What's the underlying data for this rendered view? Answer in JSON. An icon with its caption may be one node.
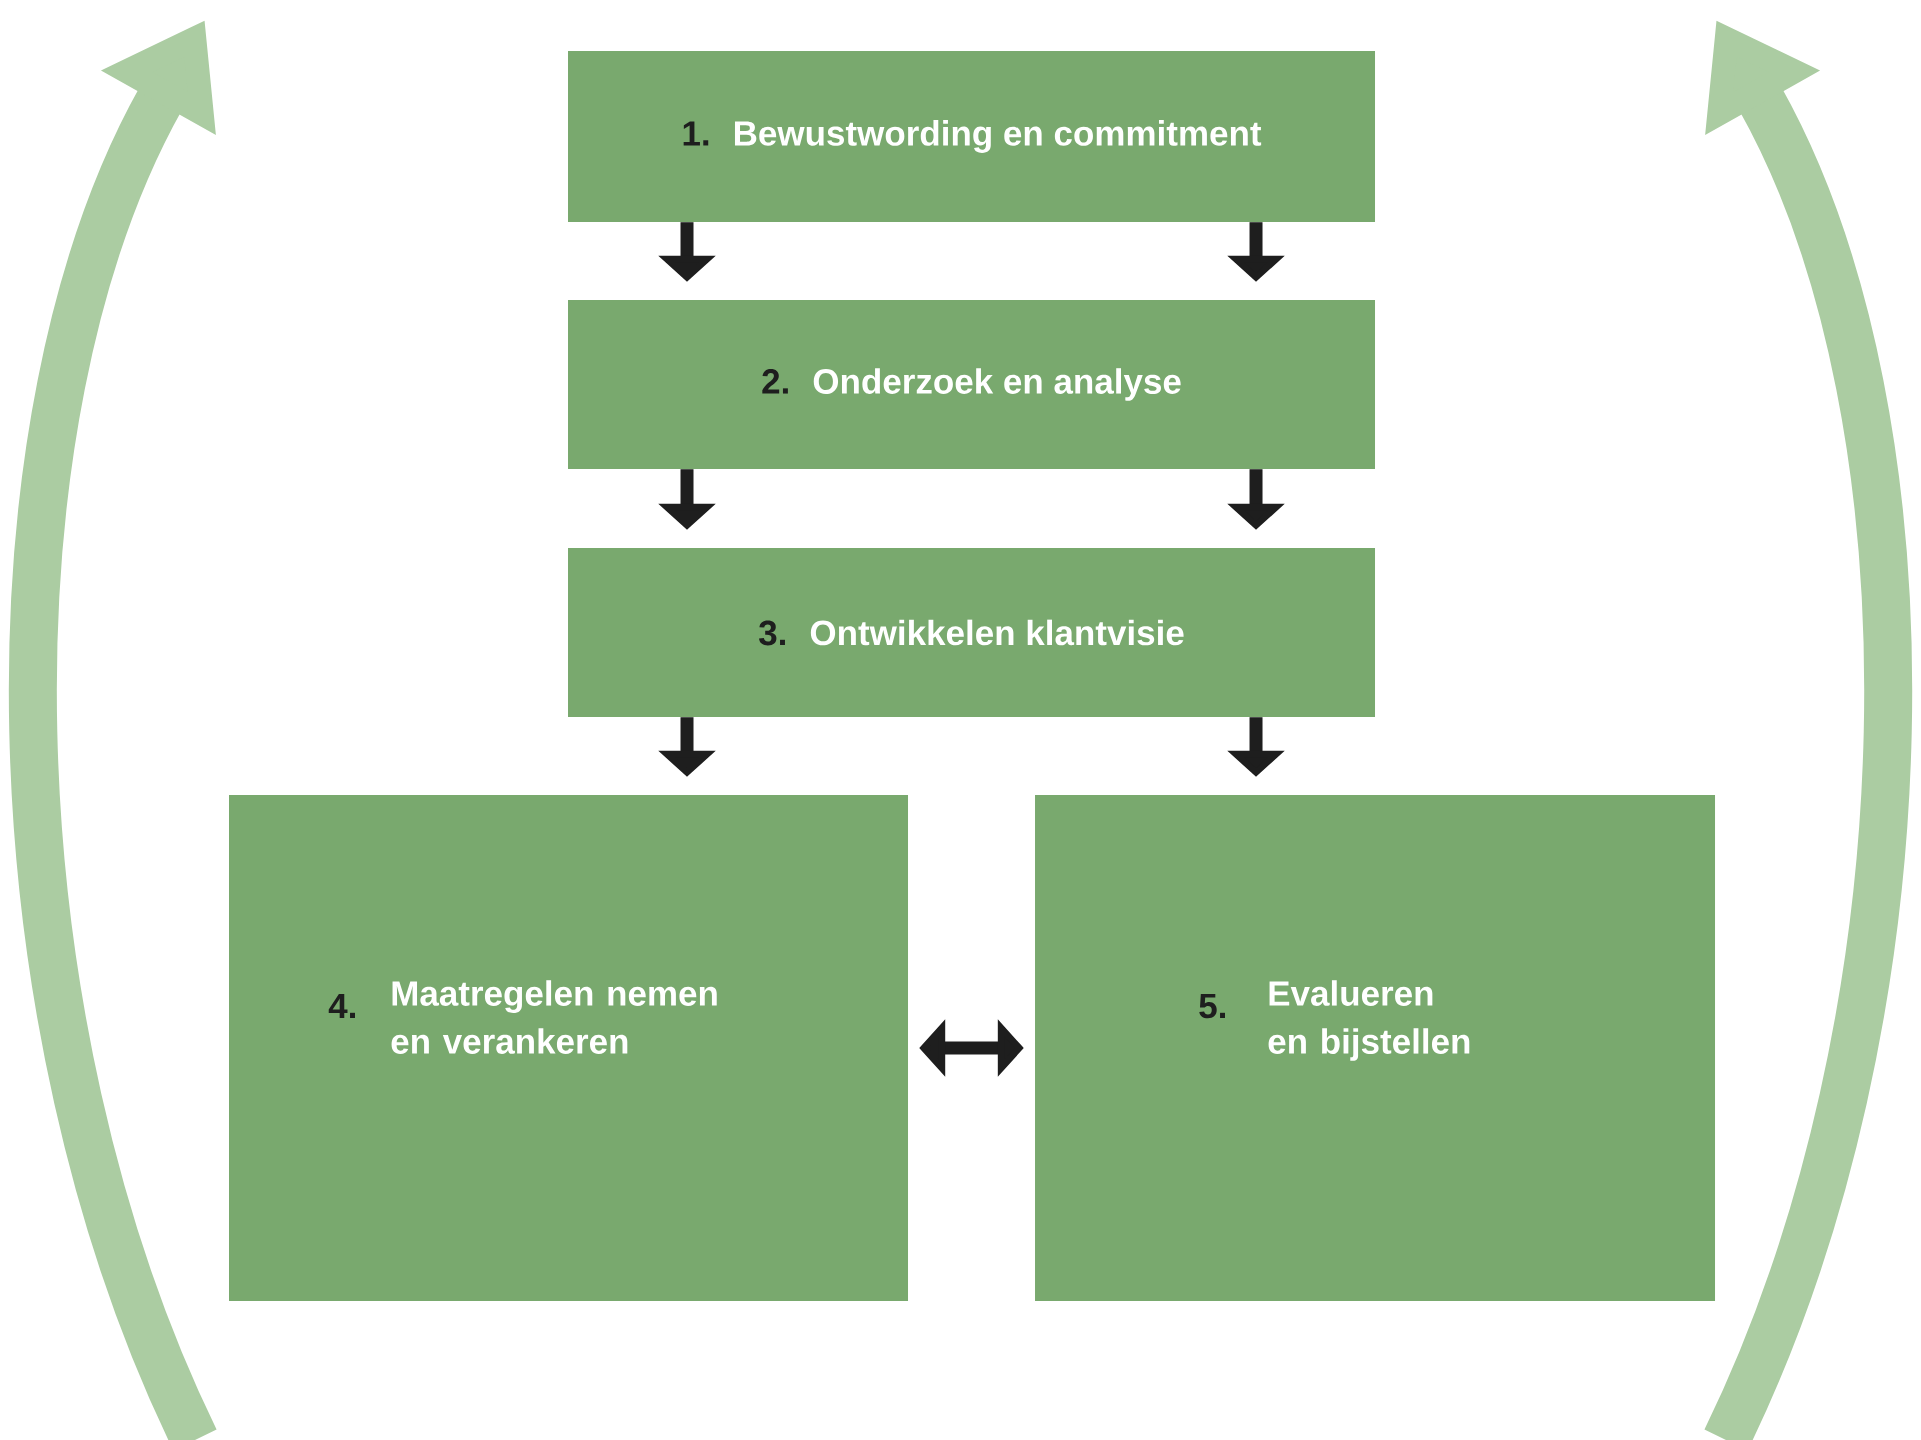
{
  "diagram": {
    "nodes": [
      {
        "text": [
          "1.",
          "Bewustwording en commitment"
        ]
      },
      {
        "text": [
          "2.",
          "Onderzoek en analyse"
        ]
      },
      {
        "text": [
          "3.",
          "Ontwikkelen klantvisie"
        ]
      },
      {
        "text": [
          "4.",
          "Maatregelen nemen en verankeren"
        ]
      },
      {
        "text": [
          "5.",
          "Evalueren en bijstellen"
        ]
      }
    ],
    "edges": [
      {
        "from": 0,
        "to": 1,
        "arrow": "to"
      },
      {
        "from": 0,
        "to": 1,
        "arrow": "to"
      },
      {
        "from": 1,
        "to": 2,
        "arrow": "to"
      },
      {
        "from": 1,
        "to": 2,
        "arrow": "to"
      },
      {
        "from": 2,
        "to": 3,
        "arrow": "to"
      },
      {
        "from": 2,
        "to": 4,
        "arrow": "to"
      },
      {
        "from": 3,
        "to": 4,
        "arrow": "both"
      }
    ]
  }
}
